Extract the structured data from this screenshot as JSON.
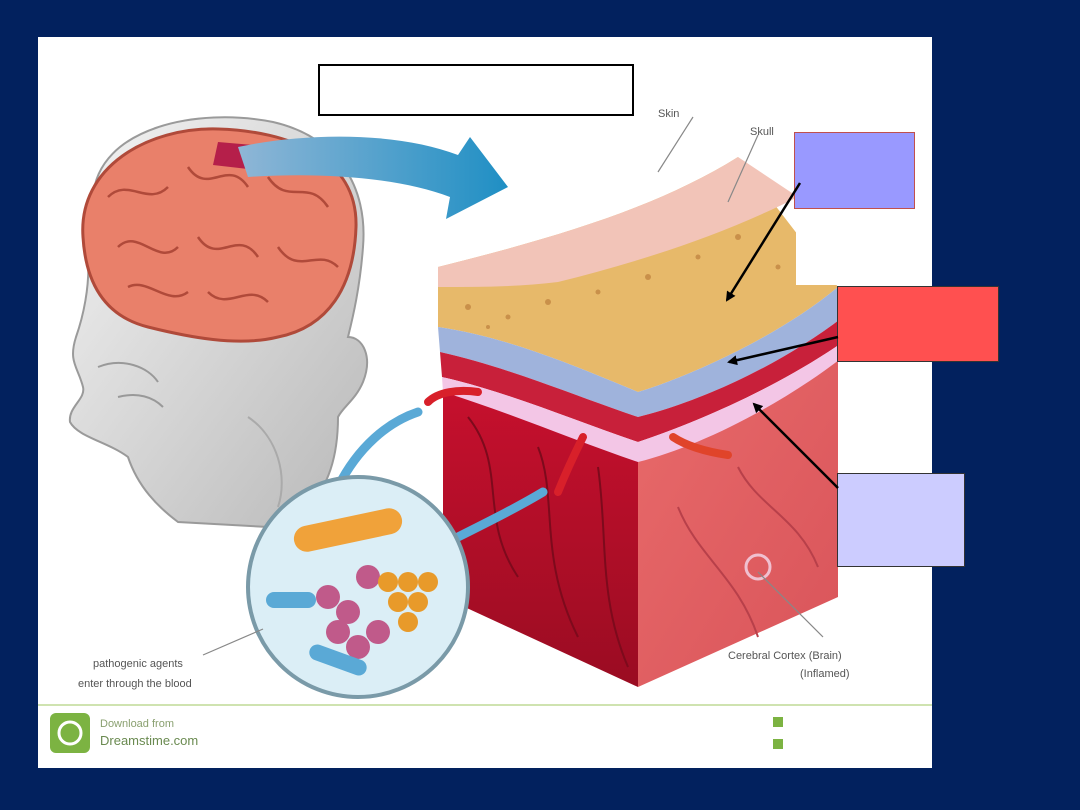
{
  "labels": {
    "skin": "Skin",
    "skull": "Skull",
    "pathogens_line1": "pathogenic agents",
    "pathogens_line2": "enter through the blood",
    "cortex_line1": "Cerebral Cortex (Brain)",
    "cortex_line2": "(Inflamed)"
  },
  "footer": {
    "download_from": "Download from",
    "site": "Dreamstime.com"
  },
  "colors": {
    "slide_background": "#002060",
    "box_blue": "#9999ff",
    "box_red": "#ff5050",
    "box_lavender": "#ccccff"
  }
}
